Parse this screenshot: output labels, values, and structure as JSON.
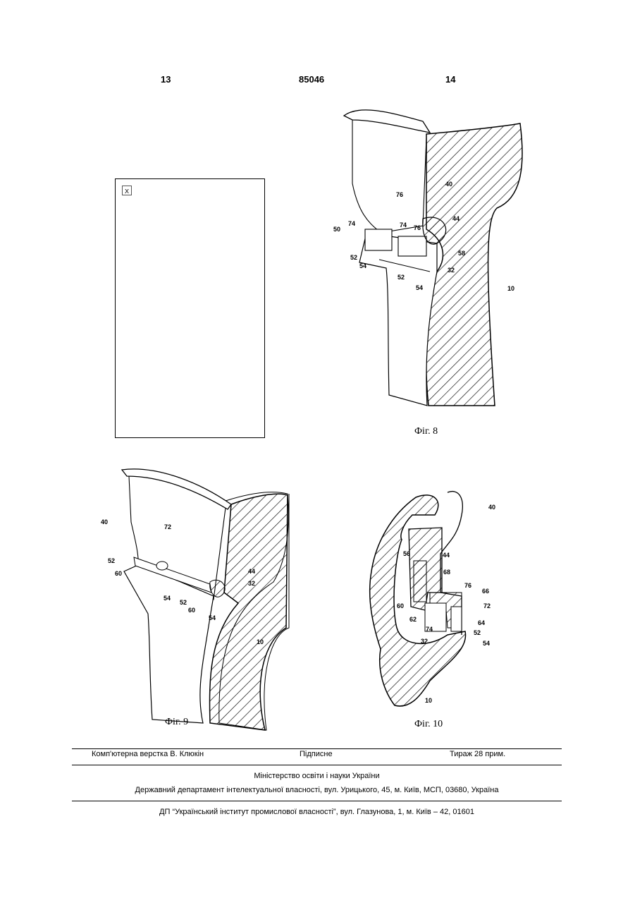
{
  "header": {
    "left_page": "13",
    "patent_number": "85046",
    "right_page": "14"
  },
  "broken_image": {
    "icon": "broken-image-icon",
    "glyph": "x"
  },
  "fig8": {
    "caption": "Фіг. 8",
    "labels": {
      "l40": "40",
      "l44": "44",
      "l76a": "76",
      "l74a": "74",
      "l74b": "74",
      "l76b": "76",
      "l50": "50",
      "l52a": "52",
      "l54a": "54",
      "l52b": "52",
      "l54b": "54",
      "l58": "58",
      "l32": "32",
      "l10": "10"
    }
  },
  "fig9": {
    "caption": "Фіг. 9",
    "labels": {
      "l40": "40",
      "l72": "72",
      "l52a": "52",
      "l60a": "60",
      "l54a": "54",
      "l52b": "52",
      "l60b": "60",
      "l54b": "54",
      "l44": "44",
      "l32": "32",
      "l10": "10"
    }
  },
  "fig10": {
    "caption": "Фіг. 10",
    "labels": {
      "l40": "40",
      "l56": "56",
      "l44": "44",
      "l68": "68",
      "l76": "76",
      "l66": "66",
      "l60": "60",
      "l62": "62",
      "l72": "72",
      "l64": "64",
      "l74": "74",
      "l52": "52",
      "l54": "54",
      "l32": "32",
      "l10": "10"
    }
  },
  "footer": {
    "typesetting": "Комп'ютерна верстка В. Клюкін",
    "signed": "Підписне",
    "circulation": "Тираж 28 прим.",
    "ministry": "Міністерство освіти і науки України",
    "department": "Державний департамент інтелектуальної власності, вул. Урицького, 45, м. Київ, МСП, 03680, Україна",
    "institute": "ДП “Український інститут промислової власності”, вул. Глазунова, 1, м. Київ – 42, 01601"
  }
}
